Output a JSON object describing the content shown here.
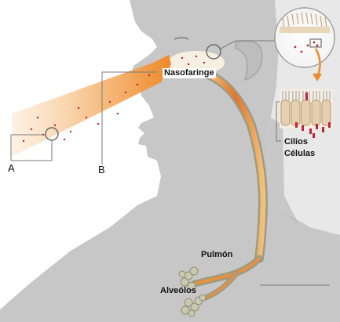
{
  "labels": {
    "a": "A",
    "b": "B",
    "nasofaringe": "Nasofaringe",
    "cilios": "Cilios",
    "celulas": "Células",
    "pulmon": "Pulmón",
    "alveolos": "Alveólos"
  },
  "colors": {
    "silhouette": "#c7c7c7",
    "silhouette_dark": "#a9a9a9",
    "airway": "#e08a3a",
    "airway_light": "#f6c98f",
    "stream": "#f2a35a",
    "particle": "#c0233a",
    "lung_tissue": "#a8a88a",
    "leader": "#7a7a7a"
  }
}
